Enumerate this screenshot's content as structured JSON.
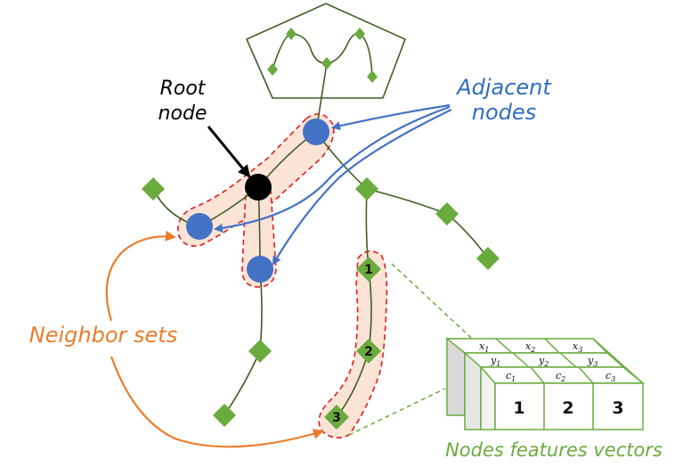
{
  "labels": {
    "root_line1": "Root",
    "root_line2": "node",
    "adjacent_line1": "Adjacent",
    "adjacent_line2": "nodes",
    "neighbor_sets": "Neighbor sets",
    "features_vectors": "Nodes features vectors"
  },
  "path_nodes": [
    "1",
    "2",
    "3"
  ],
  "features_cube": {
    "x": [
      "x",
      "x",
      "x"
    ],
    "y": [
      "y",
      "y",
      "y"
    ],
    "c": [
      "c",
      "c",
      "c"
    ],
    "subscripts": [
      "1",
      "2",
      "3"
    ],
    "front": [
      "1",
      "2",
      "3"
    ]
  },
  "colors": {
    "edge": "#3f5e26",
    "diamond": "#6aab3e",
    "adjacent_node": "#4472c4",
    "root_node": "#000000",
    "highlight_fill": "#fbe3d6",
    "highlight_border": "#e11d1d",
    "blue_arrow": "#4472c4",
    "orange_arrow": "#ea7d2c",
    "cube_line": "#6aab3e"
  }
}
